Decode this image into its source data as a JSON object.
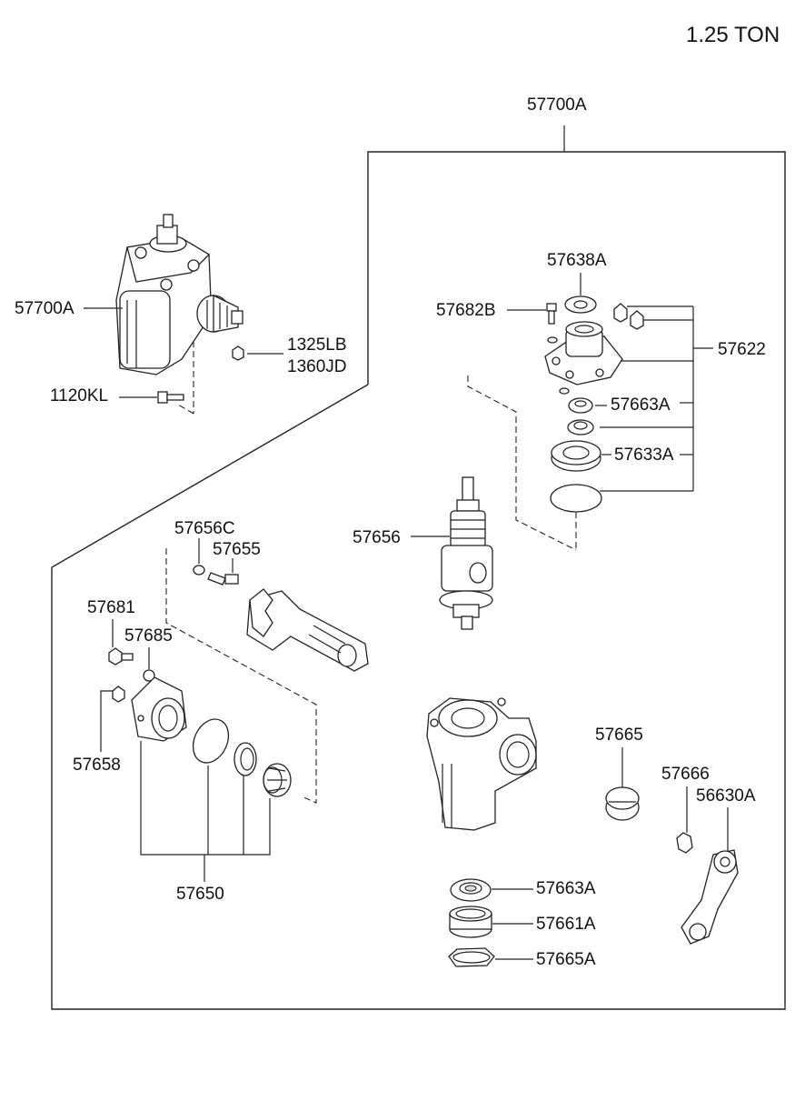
{
  "title": "1.25 TON",
  "labels": {
    "p57700A_top": "57700A",
    "p57700A_left": "57700A",
    "p1325LB": "1325LB",
    "p1360JD": "1360JD",
    "p1120KL": "1120KL",
    "p57638A": "57638A",
    "p57682B": "57682B",
    "p57622": "57622",
    "p57663A_upper": "57663A",
    "p57633A": "57633A",
    "p57656C": "57656C",
    "p57655": "57655",
    "p57656": "57656",
    "p57681": "57681",
    "p57685": "57685",
    "p57658": "57658",
    "p57650": "57650",
    "p57665": "57665",
    "p57666": "57666",
    "p56630A": "56630A",
    "p57663A_lower": "57663A",
    "p57661A": "57661A",
    "p57665A": "57665A"
  }
}
